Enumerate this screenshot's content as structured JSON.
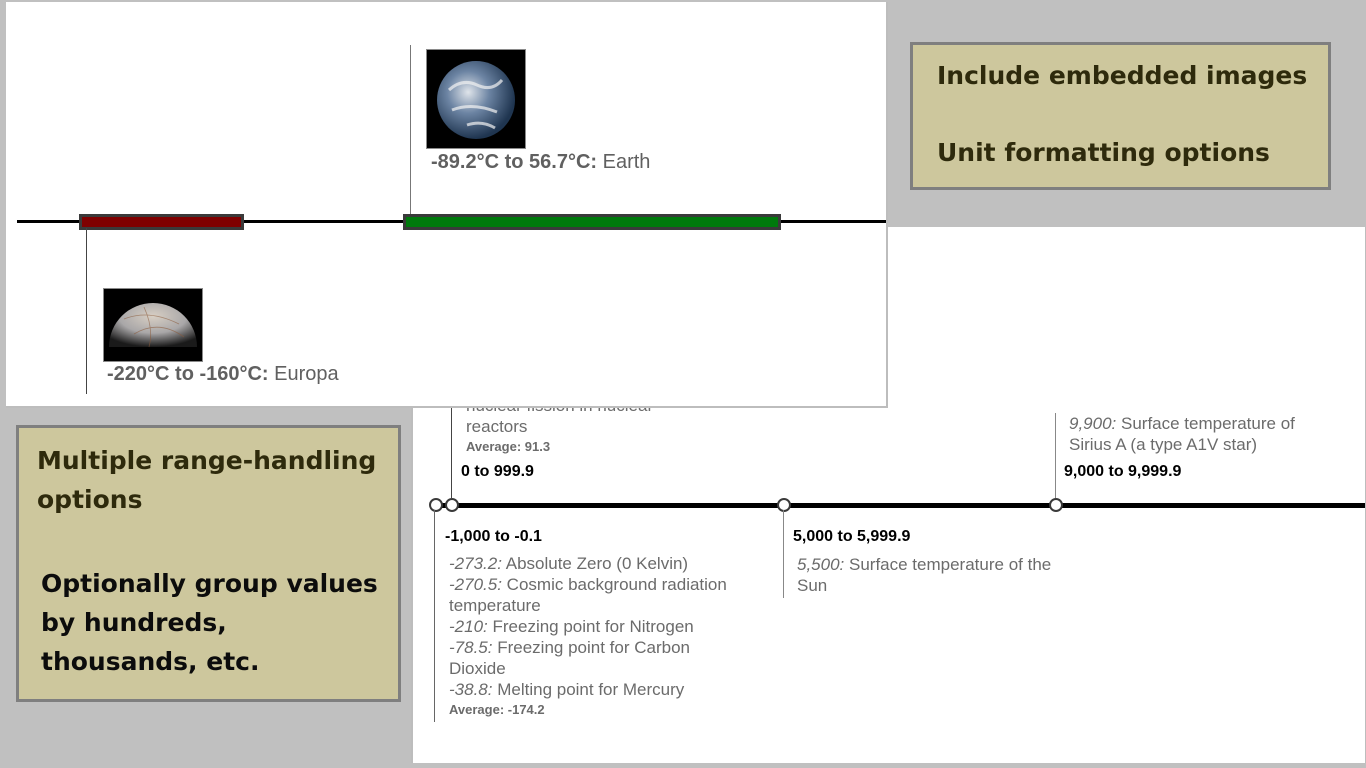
{
  "callouts": {
    "right": {
      "line1": "Include embedded images",
      "line2": "Unit formatting options"
    },
    "left": {
      "line1": "Multiple range-handling options",
      "line2": "Optionally group values by hundreds, thousands, etc."
    }
  },
  "range_timeline": {
    "ranges": [
      {
        "name": "Europa",
        "range_label": "-220°C to -160°C:",
        "start": -220,
        "end": -160,
        "unit": "°C",
        "bar_color": "#7f0000",
        "image_icon": "europa-moon-image"
      },
      {
        "name": "Earth",
        "range_label": "-89.2°C to 56.7°C:",
        "start": -89.2,
        "end": 56.7,
        "unit": "°C",
        "bar_color": "#007a0c",
        "image_icon": "earth-planet-image"
      }
    ]
  },
  "grouped_timeline": {
    "groups": [
      {
        "title": "-1,000 to -0.1",
        "entries": [
          {
            "value": "-273.2:",
            "text": "Absolute Zero (0 Kelvin)"
          },
          {
            "value": "-270.5:",
            "text": "Cosmic background radiation temperature"
          },
          {
            "value": "-210:",
            "text": "Freezing point for Nitrogen"
          },
          {
            "value": "-78.5:",
            "text": "Freezing point for Carbon Dioxide"
          },
          {
            "value": "-38.8:",
            "text": "Melting point for Mercury"
          }
        ],
        "average": "Average: -174.2"
      },
      {
        "title": "0 to 999.9",
        "entries": [
          {
            "value": "",
            "text": "nuclear fission in nuclear reactors"
          }
        ],
        "average": "Average: 91.3"
      },
      {
        "title": "5,000 to 5,999.9",
        "entries": [
          {
            "value": "5,500:",
            "text": "Surface temperature of the Sun"
          }
        ]
      },
      {
        "title": "9,000 to 9,999.9",
        "entries": [
          {
            "value": "9,900:",
            "text": "Surface temperature of Sirius A (a type A1V star)"
          }
        ]
      }
    ]
  }
}
